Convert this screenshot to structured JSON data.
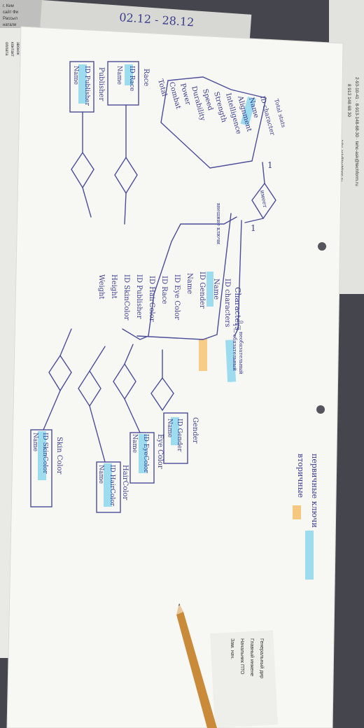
{
  "background_notes": {
    "date_range": "02.12 - 28.12",
    "corner_text_top": [
      "г. Кем",
      "сайт Фи",
      "Рассыл",
      "натали"
    ],
    "corner_labels": [
      "оплата",
      "контакт",
      "звонок"
    ],
    "vertical_stamp": "2-93-10-41 · 8-913-148-68-30 · tehc-ask@techform.ru",
    "phone": "8 913 148 68 30",
    "strip_text": "tehc-ask@techform.ru"
  },
  "business_card": {
    "lines": [
      "Генеральный дир",
      "Главный инжене",
      "Начальник ПТО",
      "Зам. нач."
    ]
  },
  "side_notes": {
    "primary_keys_label": "первичные ключи",
    "foreign_keys_label": "вторичные"
  },
  "colors": {
    "primary_key_highlight": "#7fd3ee",
    "foreign_key_highlight": "#f6c06a",
    "ink": "#3a3c8c",
    "paper": "#f7f7f4",
    "table_bg": "#3c3c44"
  },
  "entities": {
    "characters": {
      "name": "Characters",
      "fields": [
        "ID characters",
        "Name",
        "ID Gender",
        "Name",
        "ID Eye Color",
        "ID Race",
        "ID HairColor",
        "ID Publisher",
        "ID SkinColor",
        "Height",
        "Weight"
      ],
      "annotation": "внешние ключи"
    },
    "stats": {
      "name": "Total stats",
      "fields": [
        "ID character",
        "Name",
        "Alignment",
        "Intelligence",
        "Strength",
        "Speed",
        "Durability",
        "Power",
        "Combat",
        "Total"
      ]
    },
    "race": {
      "name": "Race",
      "fields": [
        "ID Race",
        "Name"
      ]
    },
    "publisher": {
      "name": "Publisher",
      "fields": [
        "ID Publisher",
        "Name"
      ]
    },
    "gender": {
      "name": "Gender",
      "fields": [
        "ID Gender",
        "Name"
      ]
    },
    "eye_color": {
      "name": "Eye Color",
      "fields": [
        "ID EyeColor",
        "Name"
      ]
    },
    "hair_color": {
      "name": "HairColor",
      "fields": [
        "ID HairColor",
        "Name"
      ]
    },
    "skin_color": {
      "name": "Skin Color",
      "fields": [
        "ID SkinColor",
        "Name"
      ]
    }
  },
  "relations": {
    "characters_stats": {
      "label": "имеет",
      "left": "1",
      "right": "1"
    },
    "notes": [
      "0 — необязательный",
      "1 — обязательный"
    ]
  }
}
